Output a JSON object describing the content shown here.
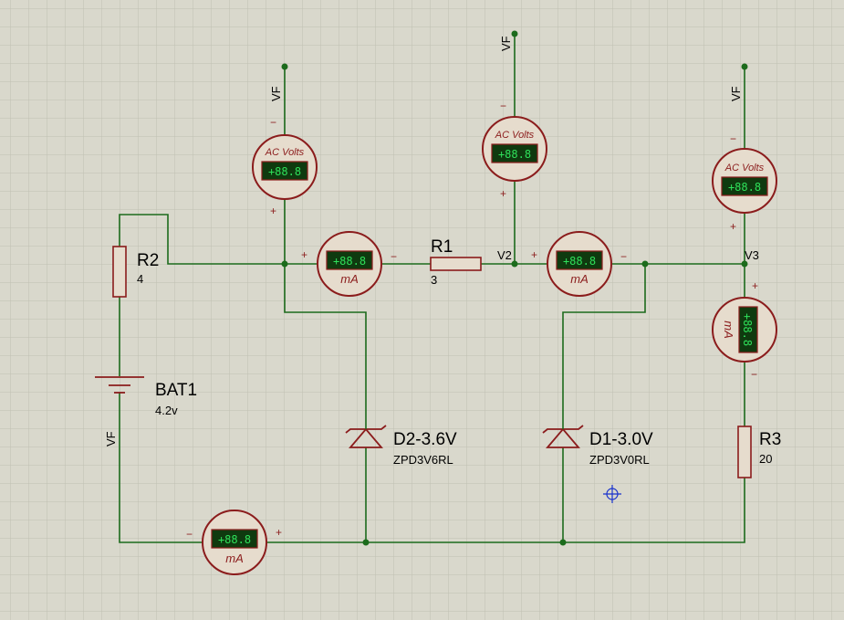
{
  "components": {
    "r1": {
      "ref": "R1",
      "value": "3"
    },
    "r2": {
      "ref": "R2",
      "value": "4"
    },
    "r3": {
      "ref": "R3",
      "value": "20"
    },
    "bat1": {
      "ref": "BAT1",
      "value": "4.2v"
    },
    "d1": {
      "ref": "D1-3.0V",
      "value": "ZPD3V0RL"
    },
    "d2": {
      "ref": "D2-3.6V",
      "value": "ZPD3V6RL"
    }
  },
  "nodes": {
    "v2": "V2",
    "v3": "V3",
    "vf": "VF"
  },
  "meters": {
    "voltmeter_label": "AC Volts",
    "ammeter_label": "mA",
    "display": "+88.8",
    "plus": "+",
    "minus": "−"
  },
  "colors": {
    "background": "#d9d8cc",
    "grid": "#bfbfb2",
    "wire": "#1c6b1c",
    "component": "#8b1c1c",
    "meter_fill": "#e6dccd",
    "lcd_bg": "#0f3a0f",
    "lcd_text": "#2fe05a",
    "probe_cursor": "#1a33cc"
  },
  "icons": {
    "cursor": "crosshair-probe-icon"
  }
}
